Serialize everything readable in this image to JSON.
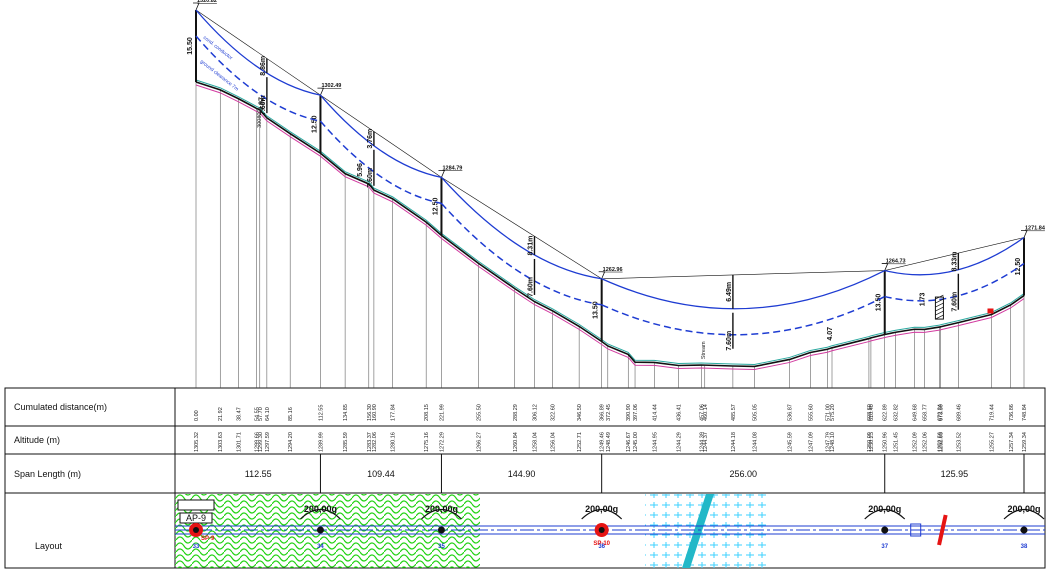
{
  "colors": {
    "conductor": "#1e3cd2",
    "ground": "#111111",
    "terrain_offset": "#2aa9a0",
    "ground_magenta": "#d23ca0",
    "forest_green": "#22d214",
    "water_cyan": "#3cd2ff",
    "tower_red": "#e61414"
  },
  "table": {
    "rows": [
      "Cumulated distance(m)",
      "Altitude (m)",
      "Span Length (m)",
      "Layout"
    ]
  },
  "profile": {
    "stations": [
      {
        "d": 0.0,
        "alt": 1305.32
      },
      {
        "d": 21.92,
        "alt": 1303.63
      },
      {
        "d": 38.47,
        "alt": 1301.71
      },
      {
        "d": 54.55,
        "alt": 1299.66
      },
      {
        "d": 57.7,
        "alt": 1299.3
      },
      {
        "d": 64.1,
        "alt": 1297.59
      },
      {
        "d": 85.16,
        "alt": 1294.2
      },
      {
        "d": 112.55,
        "alt": 1289.99
      },
      {
        "d": 134.85,
        "alt": 1285.59
      },
      {
        "d": 156.3,
        "alt": 1283.37
      },
      {
        "d": 160.9,
        "alt": 1282.06
      },
      {
        "d": 177.84,
        "alt": 1280.16
      },
      {
        "d": 208.15,
        "alt": 1275.16
      },
      {
        "d": 221.99,
        "alt": 1272.29
      },
      {
        "d": 255.5,
        "alt": 1266.27
      },
      {
        "d": 288.29,
        "alt": 1260.84
      },
      {
        "d": 306.12,
        "alt": 1258.04
      },
      {
        "d": 322.6,
        "alt": 1256.04
      },
      {
        "d": 346.5,
        "alt": 1252.71
      },
      {
        "d": 366.89,
        "alt": 1249.46
      },
      {
        "d": 372.45,
        "alt": 1248.49
      },
      {
        "d": 390.9,
        "alt": 1246.67
      },
      {
        "d": 397.06,
        "alt": 1245.0
      },
      {
        "d": 414.44,
        "alt": 1244.95
      },
      {
        "d": 436.41,
        "alt": 1244.29
      },
      {
        "d": 457.06,
        "alt": 1244.39
      },
      {
        "d": 460.14,
        "alt": 1244.37
      },
      {
        "d": 485.57,
        "alt": 1244.18
      },
      {
        "d": 505.05,
        "alt": 1244.08
      },
      {
        "d": 536.87,
        "alt": 1245.59
      },
      {
        "d": 555.6,
        "alt": 1247.09
      },
      {
        "d": 571.0,
        "alt": 1247.79
      },
      {
        "d": 575.2,
        "alt": 1248.1
      },
      {
        "d": 608.6,
        "alt": 1250.09
      },
      {
        "d": 610.4,
        "alt": 1250.23
      },
      {
        "d": 622.89,
        "alt": 1250.96
      },
      {
        "d": 632.82,
        "alt": 1251.45
      },
      {
        "d": 649.68,
        "alt": 1252.09
      },
      {
        "d": 658.77,
        "alt": 1252.06
      },
      {
        "d": 672.34,
        "alt": 1252.56
      },
      {
        "d": 673.5,
        "alt": 1252.63
      },
      {
        "d": 689.46,
        "alt": 1253.52
      },
      {
        "d": 719.44,
        "alt": 1255.27
      },
      {
        "d": 736.86,
        "alt": 1257.34
      },
      {
        "d": 748.84,
        "alt": 1259.34
      }
    ],
    "towers": [
      {
        "d": 0.0,
        "top": "1320.82",
        "height": "15.50",
        "number": "33"
      },
      {
        "d": 112.55,
        "top": "1302.49",
        "height": "12.50",
        "number": "34"
      },
      {
        "d": 221.99,
        "top": "1284.79",
        "height": "12.50",
        "number": "35"
      },
      {
        "d": 366.89,
        "top": "1262.96",
        "height": "13.50",
        "number": "36"
      },
      {
        "d": 622.89,
        "top": "1264.73",
        "height": "13.50",
        "number": "37"
      },
      {
        "d": 748.84,
        "top": "1271.84",
        "height": "12.50",
        "number": "38"
      }
    ],
    "spans": [
      {
        "length": "112.55",
        "sag_x": 57.7,
        "sag_label": "8.86m",
        "clr_label": "7.60m",
        "sag_d": 64.1
      },
      {
        "length": "109.44",
        "sag_x": 156.3,
        "sag_label": "3.76m",
        "clr_label": "7.60m",
        "sag_d": 160.9
      },
      {
        "length": "144.90",
        "sag_x": 306.12,
        "sag_label": "8.31m",
        "clr_label": "7.60m",
        "sag_d": 306.12
      },
      {
        "length": "256.00",
        "sag_x": 485.57,
        "sag_label": "6.49m",
        "clr_label": "7.60m",
        "sag_d": 485.57
      },
      {
        "length": "125.95",
        "sag_x": 689.46,
        "sag_label": "8.33m",
        "clr_label": "7.60m",
        "sag_d": 689.46
      }
    ],
    "extra_labels": {
      "clearance_small_1": "0.97",
      "clearance_small_2": "5.96",
      "clearance_small_3": "4.07",
      "clearance_small_4": "1.73",
      "stream": "Stream",
      "ground_tag": "300800",
      "conductor_tag": "cond. conductor",
      "offset_tag": "ground clearance 7m"
    }
  },
  "layout": {
    "handles": [
      "200,00g",
      "200,00g",
      "200,00g",
      "200,00g",
      "200,00g"
    ],
    "tower_numbers": [
      "33",
      "34",
      "35",
      "36",
      "37",
      "38"
    ],
    "ap_label": "AP-9",
    "sp_label_1": "SP-9",
    "sp_label_2": "SP-10"
  }
}
